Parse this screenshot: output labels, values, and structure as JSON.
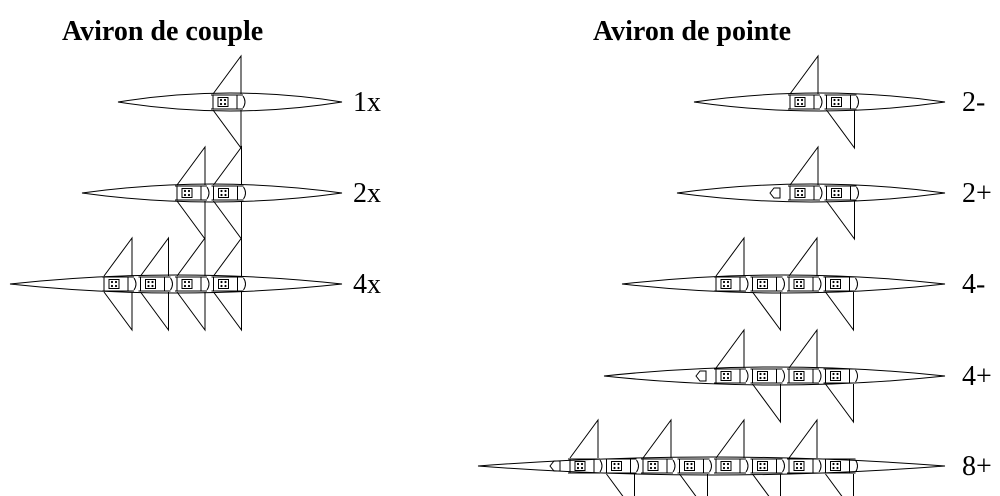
{
  "sculling": {
    "title": "Aviron de couple",
    "boats": [
      {
        "label": "1x",
        "seats": 1,
        "cox": false,
        "oars": "both"
      },
      {
        "label": "2x",
        "seats": 2,
        "cox": false,
        "oars": "both"
      },
      {
        "label": "4x",
        "seats": 4,
        "cox": false,
        "oars": "both"
      }
    ]
  },
  "sweep": {
    "title": "Aviron de pointe",
    "boats": [
      {
        "label": "2-",
        "seats": 2,
        "cox": false,
        "oars": "alternate"
      },
      {
        "label": "2+",
        "seats": 2,
        "cox": true,
        "oars": "alternate"
      },
      {
        "label": "4-",
        "seats": 4,
        "cox": false,
        "oars": "alternate"
      },
      {
        "label": "4+",
        "seats": 4,
        "cox": true,
        "oars": "alternate"
      },
      {
        "label": "8+",
        "seats": 8,
        "cox": true,
        "oars": "alternate"
      }
    ]
  }
}
